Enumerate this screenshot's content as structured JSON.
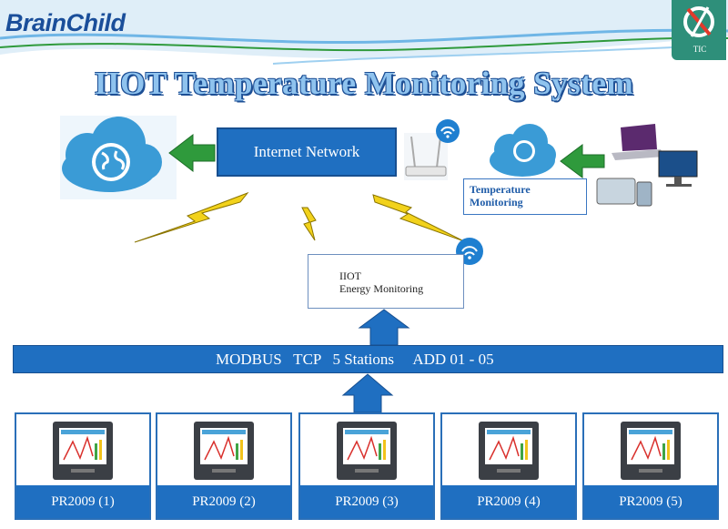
{
  "brand": {
    "logo_text": "BrainChild",
    "badge_text": "TIC"
  },
  "title": "IIOT Temperature Monitoring  System",
  "nodes": {
    "internet": "Internet  Network",
    "temperature_monitoring": [
      "Temperature",
      "Monitoring"
    ],
    "iiot": [
      "IIOT",
      "Energy Monitoring"
    ]
  },
  "bus": {
    "label": "MODBUS   TCP   5 Stations     ADD 01 - 05"
  },
  "stations": [
    {
      "label": "PR2009 (1)"
    },
    {
      "label": "PR2009 (2)"
    },
    {
      "label": "PR2009 (3)"
    },
    {
      "label": "PR2009 (4)"
    },
    {
      "label": "PR2009 (5)"
    }
  ],
  "colors": {
    "accent_blue": "#1f6fc1",
    "arrow_green": "#2f9a3c",
    "lightning_yellow": "#f2d21b",
    "cloud_blue": "#3a9bd6"
  }
}
